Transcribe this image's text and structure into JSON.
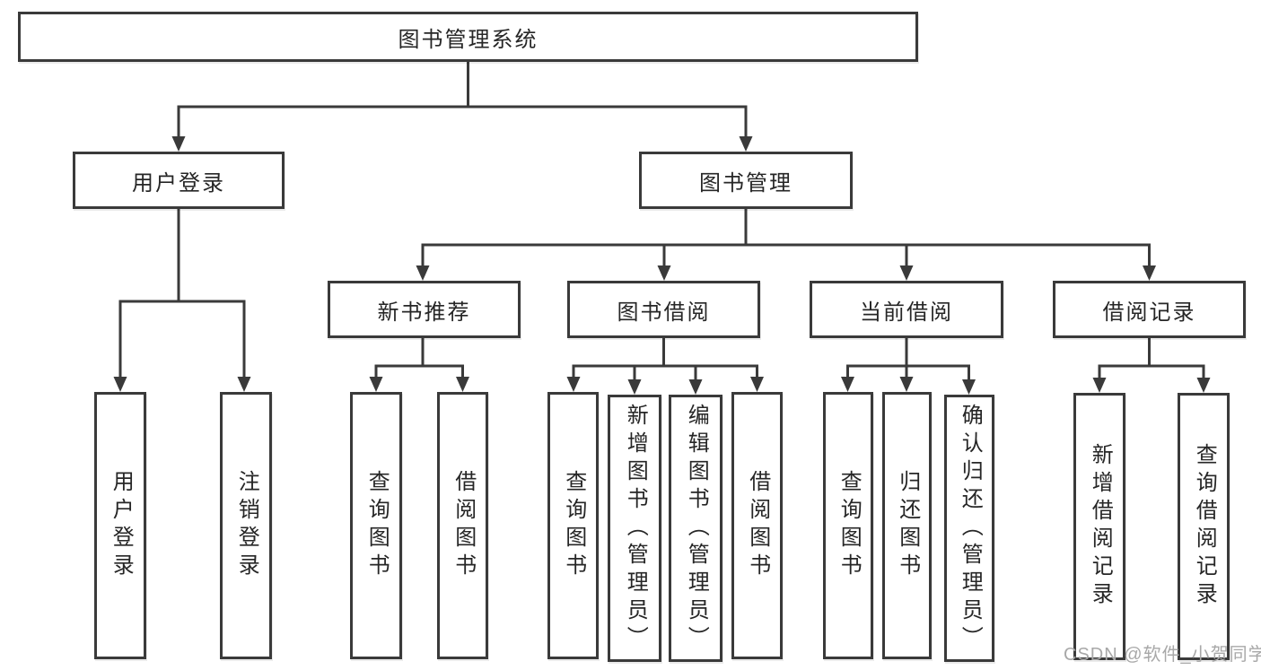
{
  "tree": {
    "root": {
      "label": "图书管理系统",
      "children": [
        {
          "label": "用户登录",
          "children": [
            {
              "label": "用户登录"
            },
            {
              "label": "注销登录"
            }
          ]
        },
        {
          "label": "图书管理",
          "children": [
            {
              "label": "新书推荐",
              "children": [
                {
                  "label": "查询图书"
                },
                {
                  "label": "借阅图书"
                }
              ]
            },
            {
              "label": "图书借阅",
              "children": [
                {
                  "label": "查询图书"
                },
                {
                  "label": "新增图书（管理员）"
                },
                {
                  "label": "编辑图书（管理员）"
                },
                {
                  "label": "借阅图书"
                }
              ]
            },
            {
              "label": "当前借阅",
              "children": [
                {
                  "label": "查询图书"
                },
                {
                  "label": "归还图书"
                },
                {
                  "label": "确认归还（管理员）"
                }
              ]
            },
            {
              "label": "借阅记录",
              "children": [
                {
                  "label": "新增借阅记录"
                },
                {
                  "label": "查询借阅记录"
                }
              ]
            }
          ]
        }
      ]
    }
  },
  "watermark": {
    "text": "CSDN @软件_小贺同学"
  },
  "colors": {
    "line": "#3a3a3a",
    "text": "#262626",
    "watermark": "#a8a8a8",
    "bg": "#ffffff"
  }
}
